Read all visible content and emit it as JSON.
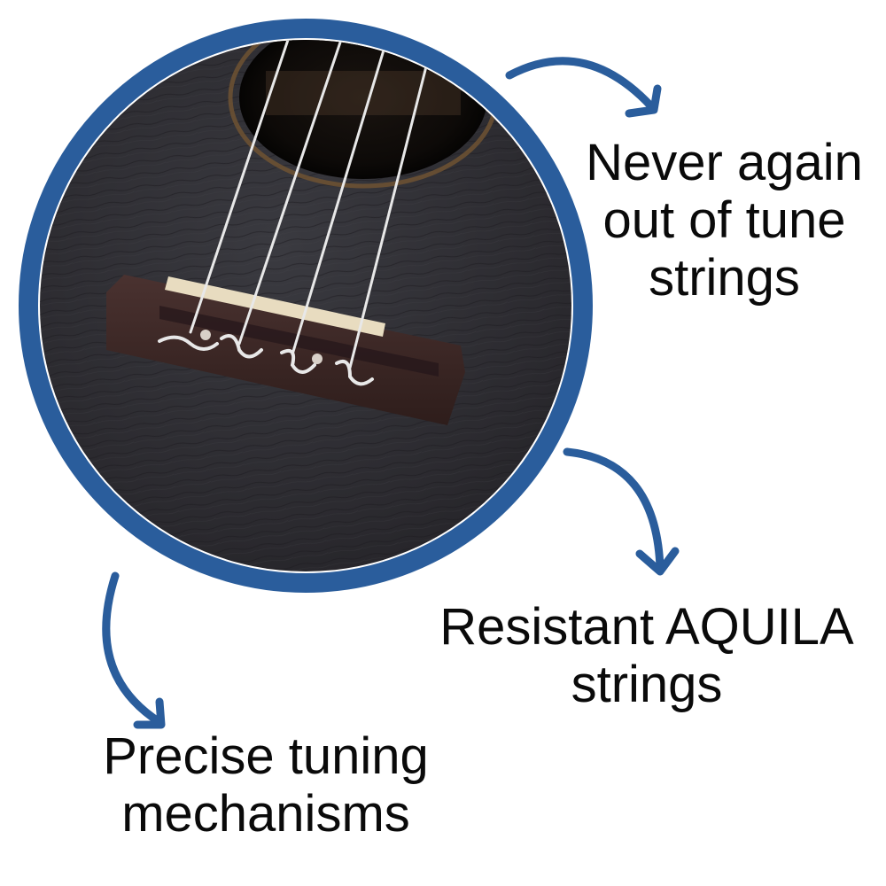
{
  "captions": {
    "tuning_stability": {
      "lines": [
        "Never again",
        "out of tune",
        "strings"
      ]
    },
    "strings": {
      "lines": [
        "Resistant AQUILA",
        "strings"
      ]
    },
    "mechanisms": {
      "lines": [
        "Precise tuning",
        "mechanisms"
      ]
    }
  },
  "colors": {
    "ring": "#2a5d9c",
    "arrow": "#2a5d9c",
    "wood": "#2b2a2e",
    "bridge": "#3a2623",
    "saddle": "#e8dcc0",
    "strings": "#e6e6e6",
    "text": "#0a0a0a"
  },
  "photo": {
    "subject": "ukulele-body-closeup",
    "string_count": 4
  }
}
